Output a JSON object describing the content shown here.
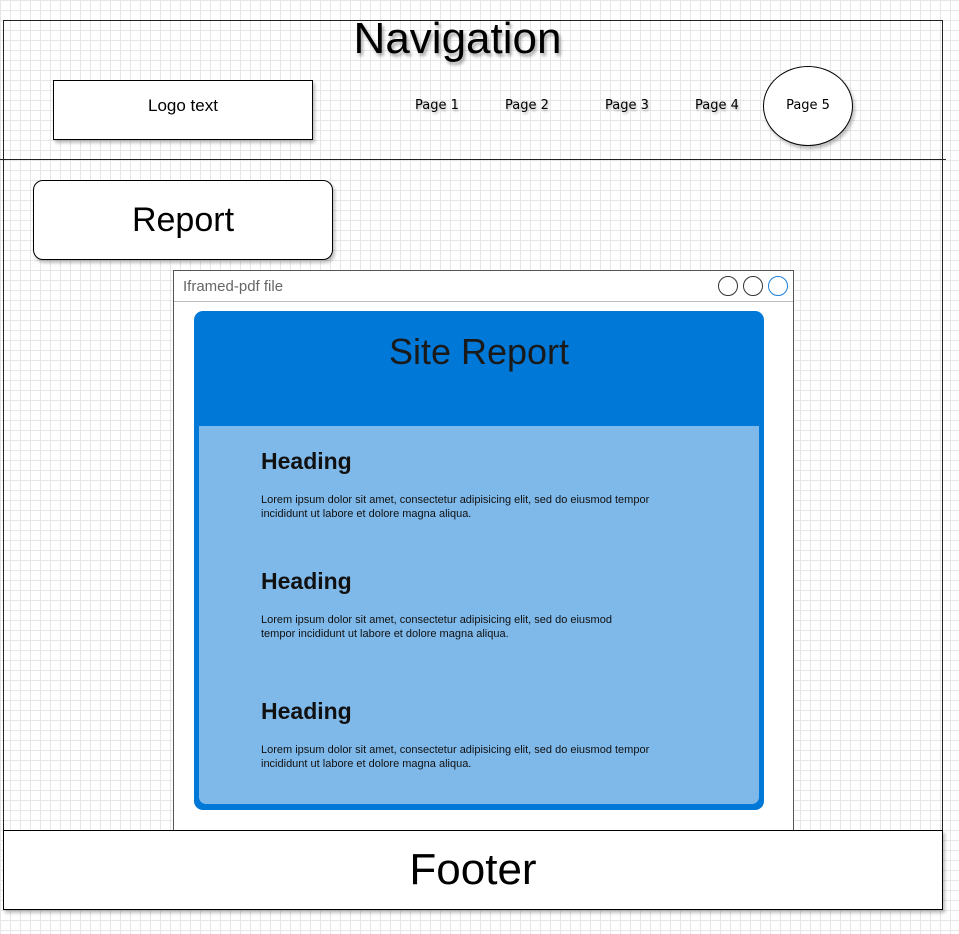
{
  "navigation": {
    "title": "Navigation",
    "logo_text": "Logo text",
    "links": [
      "Page 1",
      "Page 2",
      "Page 3",
      "Page 4",
      "Page 5"
    ]
  },
  "report_button": {
    "label": "Report"
  },
  "iframe": {
    "title": "Iframed-pdf file",
    "card_title": "Site Report",
    "sections": [
      {
        "heading": "Heading",
        "text_line1": "Lorem ipsum dolor sit amet, consectetur adipisicing elit, sed do eiusmod tempor",
        "text_line2": "incididunt ut labore et dolore magna aliqua."
      },
      {
        "heading": "Heading",
        "text_line1": "Lorem ipsum dolor sit amet, consectetur adipisicing elit, sed do eiusmod",
        "text_line2": "tempor incididunt ut labore et dolore magna aliqua."
      },
      {
        "heading": "Heading",
        "text_line1": "Lorem ipsum dolor sit amet, consectetur adipisicing elit, sed do eiusmod tempor",
        "text_line2": "incididunt ut labore et dolore magna aliqua."
      }
    ]
  },
  "footer": {
    "label": "Footer"
  },
  "colors": {
    "card_header": "#0078d7",
    "card_body": "#7fb9ea"
  }
}
